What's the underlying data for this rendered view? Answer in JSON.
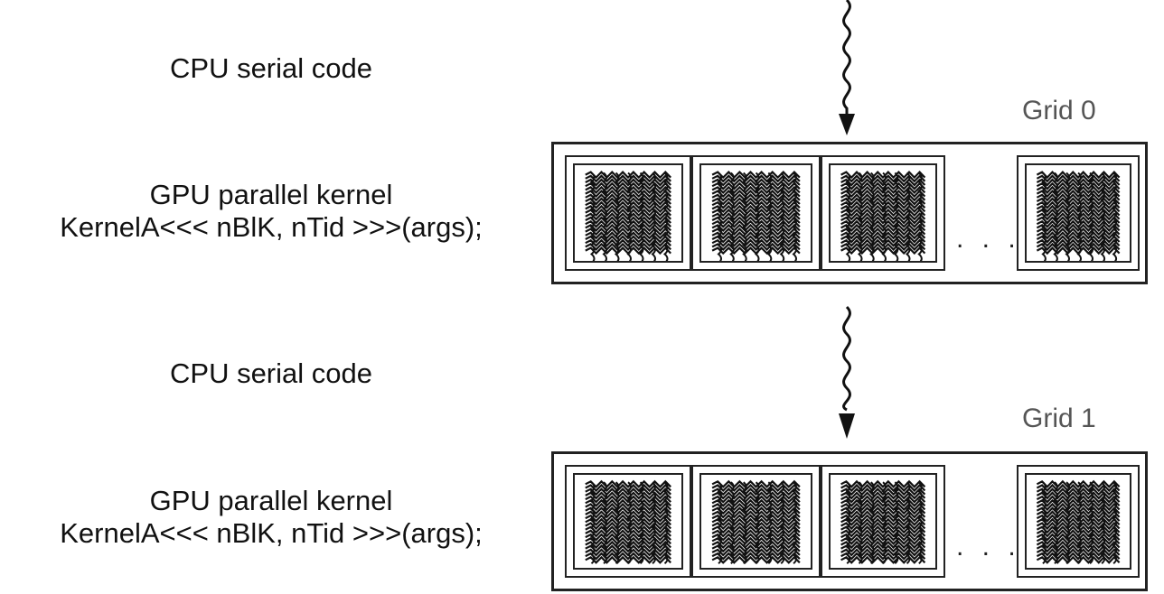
{
  "phases": [
    {
      "kind": "cpu",
      "text": "CPU serial code"
    },
    {
      "kind": "gpu",
      "title": "GPU parallel kernel",
      "launch": "KernelA<<< nBlK, nTid >>>(args);",
      "grid_label": "Grid 0"
    },
    {
      "kind": "cpu",
      "text": "CPU serial code"
    },
    {
      "kind": "gpu",
      "title": "GPU parallel kernel",
      "launch": "KernelA<<< nBlK, nTid >>>(args);",
      "grid_label": "Grid 1"
    }
  ],
  "ellipsis": ". . ."
}
